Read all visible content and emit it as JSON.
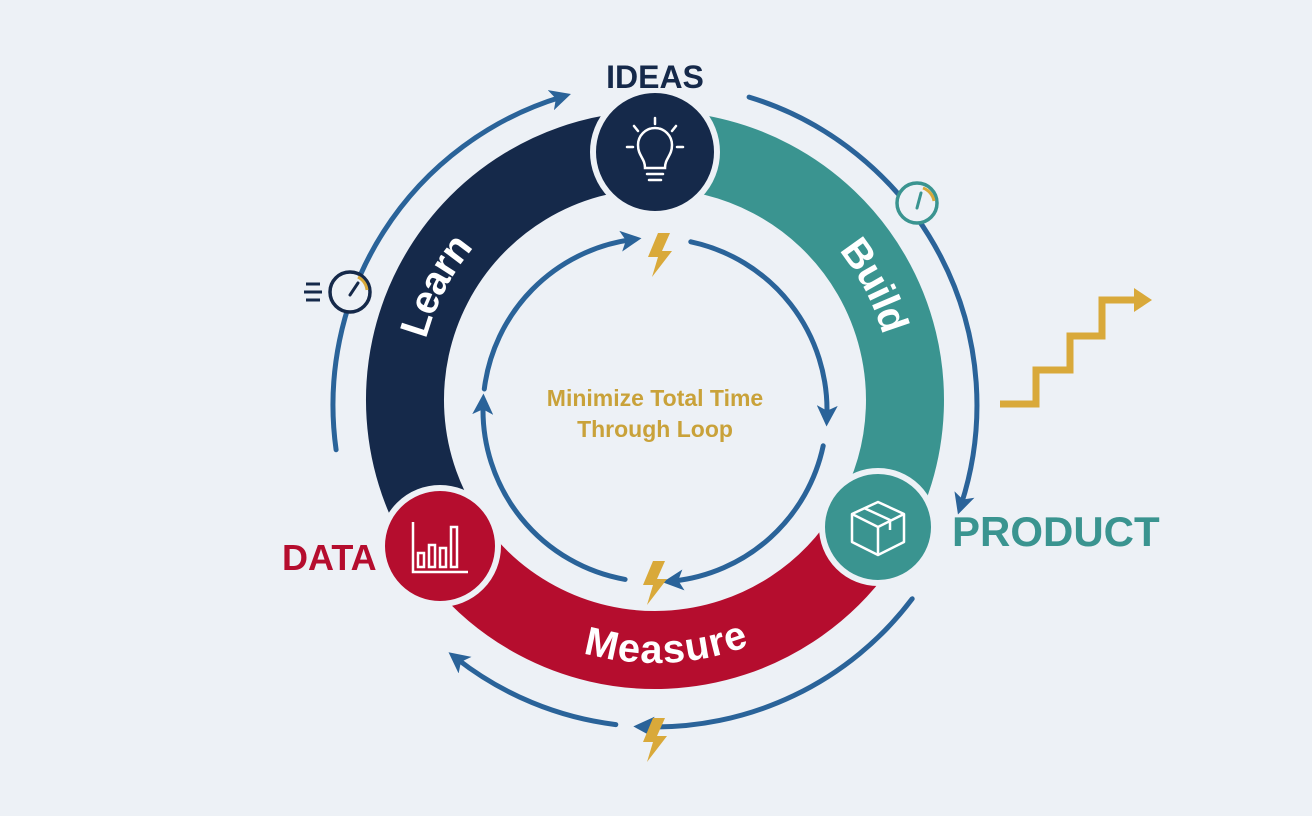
{
  "nodes": {
    "ideas": {
      "label": "IDEAS",
      "icon": "lightbulb-icon",
      "color": "#15294a"
    },
    "product": {
      "label": "PRODUCT",
      "icon": "box-icon",
      "color": "#3a9490"
    },
    "data": {
      "label": "DATA",
      "icon": "bar-chart-icon",
      "color": "#b50d2e"
    }
  },
  "stages": {
    "build": {
      "label": "Build",
      "color": "#3a9490"
    },
    "measure": {
      "label": "Measure",
      "color": "#b50d2e"
    },
    "learn": {
      "label": "Learn",
      "color": "#15294a"
    }
  },
  "center": {
    "line1": "Minimize Total Time",
    "line2": "Through Loop"
  },
  "colors": {
    "arrow": "#2a6399",
    "accent": "#d9a93a",
    "background": "#edf1f6"
  },
  "decorations": [
    "lightning-icon",
    "speedometer-icon",
    "staircase-arrow-icon"
  ]
}
